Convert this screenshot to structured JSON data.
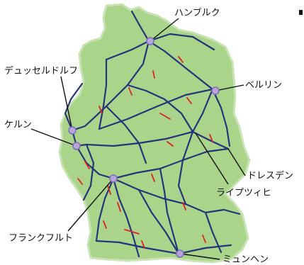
{
  "colors": {
    "land": "#a9d48a",
    "land_edge": "#c8e3b4",
    "highway": "#25347a",
    "construction": "#dd2222",
    "city_marker": "#b7a4dc",
    "city_marker_edge": "#7c6fb3",
    "leader": "#111111",
    "background": "#ffffff"
  },
  "cities": [
    {
      "id": "hamburg",
      "label": "ハンブルク"
    },
    {
      "id": "berlin",
      "label": "ベルリン"
    },
    {
      "id": "dusseldorf",
      "label": "デュッセルドルフ"
    },
    {
      "id": "koln",
      "label": "ケルン"
    },
    {
      "id": "dresden",
      "label": "ドレスデン"
    },
    {
      "id": "leipzig",
      "label": "ライプツィヒ"
    },
    {
      "id": "frankfurt",
      "label": "フランクフルト"
    },
    {
      "id": "munich",
      "label": "ミュンヘン"
    }
  ],
  "marker_icon": "city-marker-icon"
}
